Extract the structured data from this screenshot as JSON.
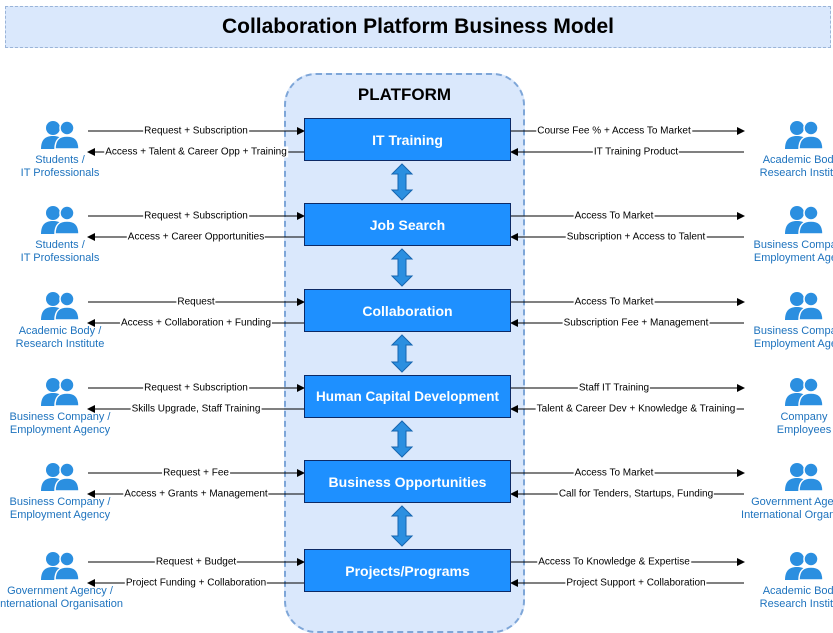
{
  "title": "Collaboration Platform Business Model",
  "platform_label": "PLATFORM",
  "boxes": [
    "IT Training",
    "Job Search",
    "Collaboration",
    "Human Capital Development",
    "Business Opportunities",
    "Projects/Programs"
  ],
  "left_actors": [
    [
      "Students /",
      "IT Professionals"
    ],
    [
      "Students /",
      "IT Professionals"
    ],
    [
      "Academic Body /",
      "Research Institute"
    ],
    [
      "Business Company /",
      "Employment Agency"
    ],
    [
      "Business Company /",
      "Employment Agency"
    ],
    [
      "Government Agency /",
      "International Organisation"
    ]
  ],
  "right_actors": [
    [
      "Academic Body /",
      "Research Institute"
    ],
    [
      "Business Company /",
      "Employment Agency"
    ],
    [
      "Business Company /",
      "Employment Agency"
    ],
    [
      "Company",
      "Employees"
    ],
    [
      "Government Agency /",
      "International Organisation"
    ],
    [
      "Academic Body /",
      "Research Institute"
    ]
  ],
  "left_in": [
    "Request + Subscription",
    "Request + Subscription",
    "Request",
    "Request + Subscription",
    "Request + Fee",
    "Request + Budget"
  ],
  "left_out": [
    "Access + Talent & Career Opp + Training",
    "Access + Career Opportunities",
    "Access + Collaboration + Funding",
    "Skills Upgrade, Staff Training",
    "Access + Grants + Management",
    "Project Funding + Collaboration"
  ],
  "right_out": [
    "Course Fee % + Access To Market",
    "Access To Market",
    "Access To Market",
    "Staff IT Training",
    "Access To Market",
    "Access To Knowledge & Expertise"
  ],
  "right_in": [
    "IT Training Product",
    "Subscription + Access to Talent",
    "Subscription Fee + Management",
    "Talent & Career Dev + Knowledge & Training",
    "Call for Tenders, Startups, Funding",
    "Project Support + Collaboration"
  ],
  "colors": {
    "box_fill": "#1e90ff",
    "box_border": "#0c2a66",
    "platform_fill": "#dae8fc",
    "actor_icon": "#2b8fe0",
    "actor_text": "#1e73be",
    "connector": "#2b8fe0"
  },
  "icons": {
    "actor": "users-icon",
    "connector": "double-arrow-icon"
  }
}
